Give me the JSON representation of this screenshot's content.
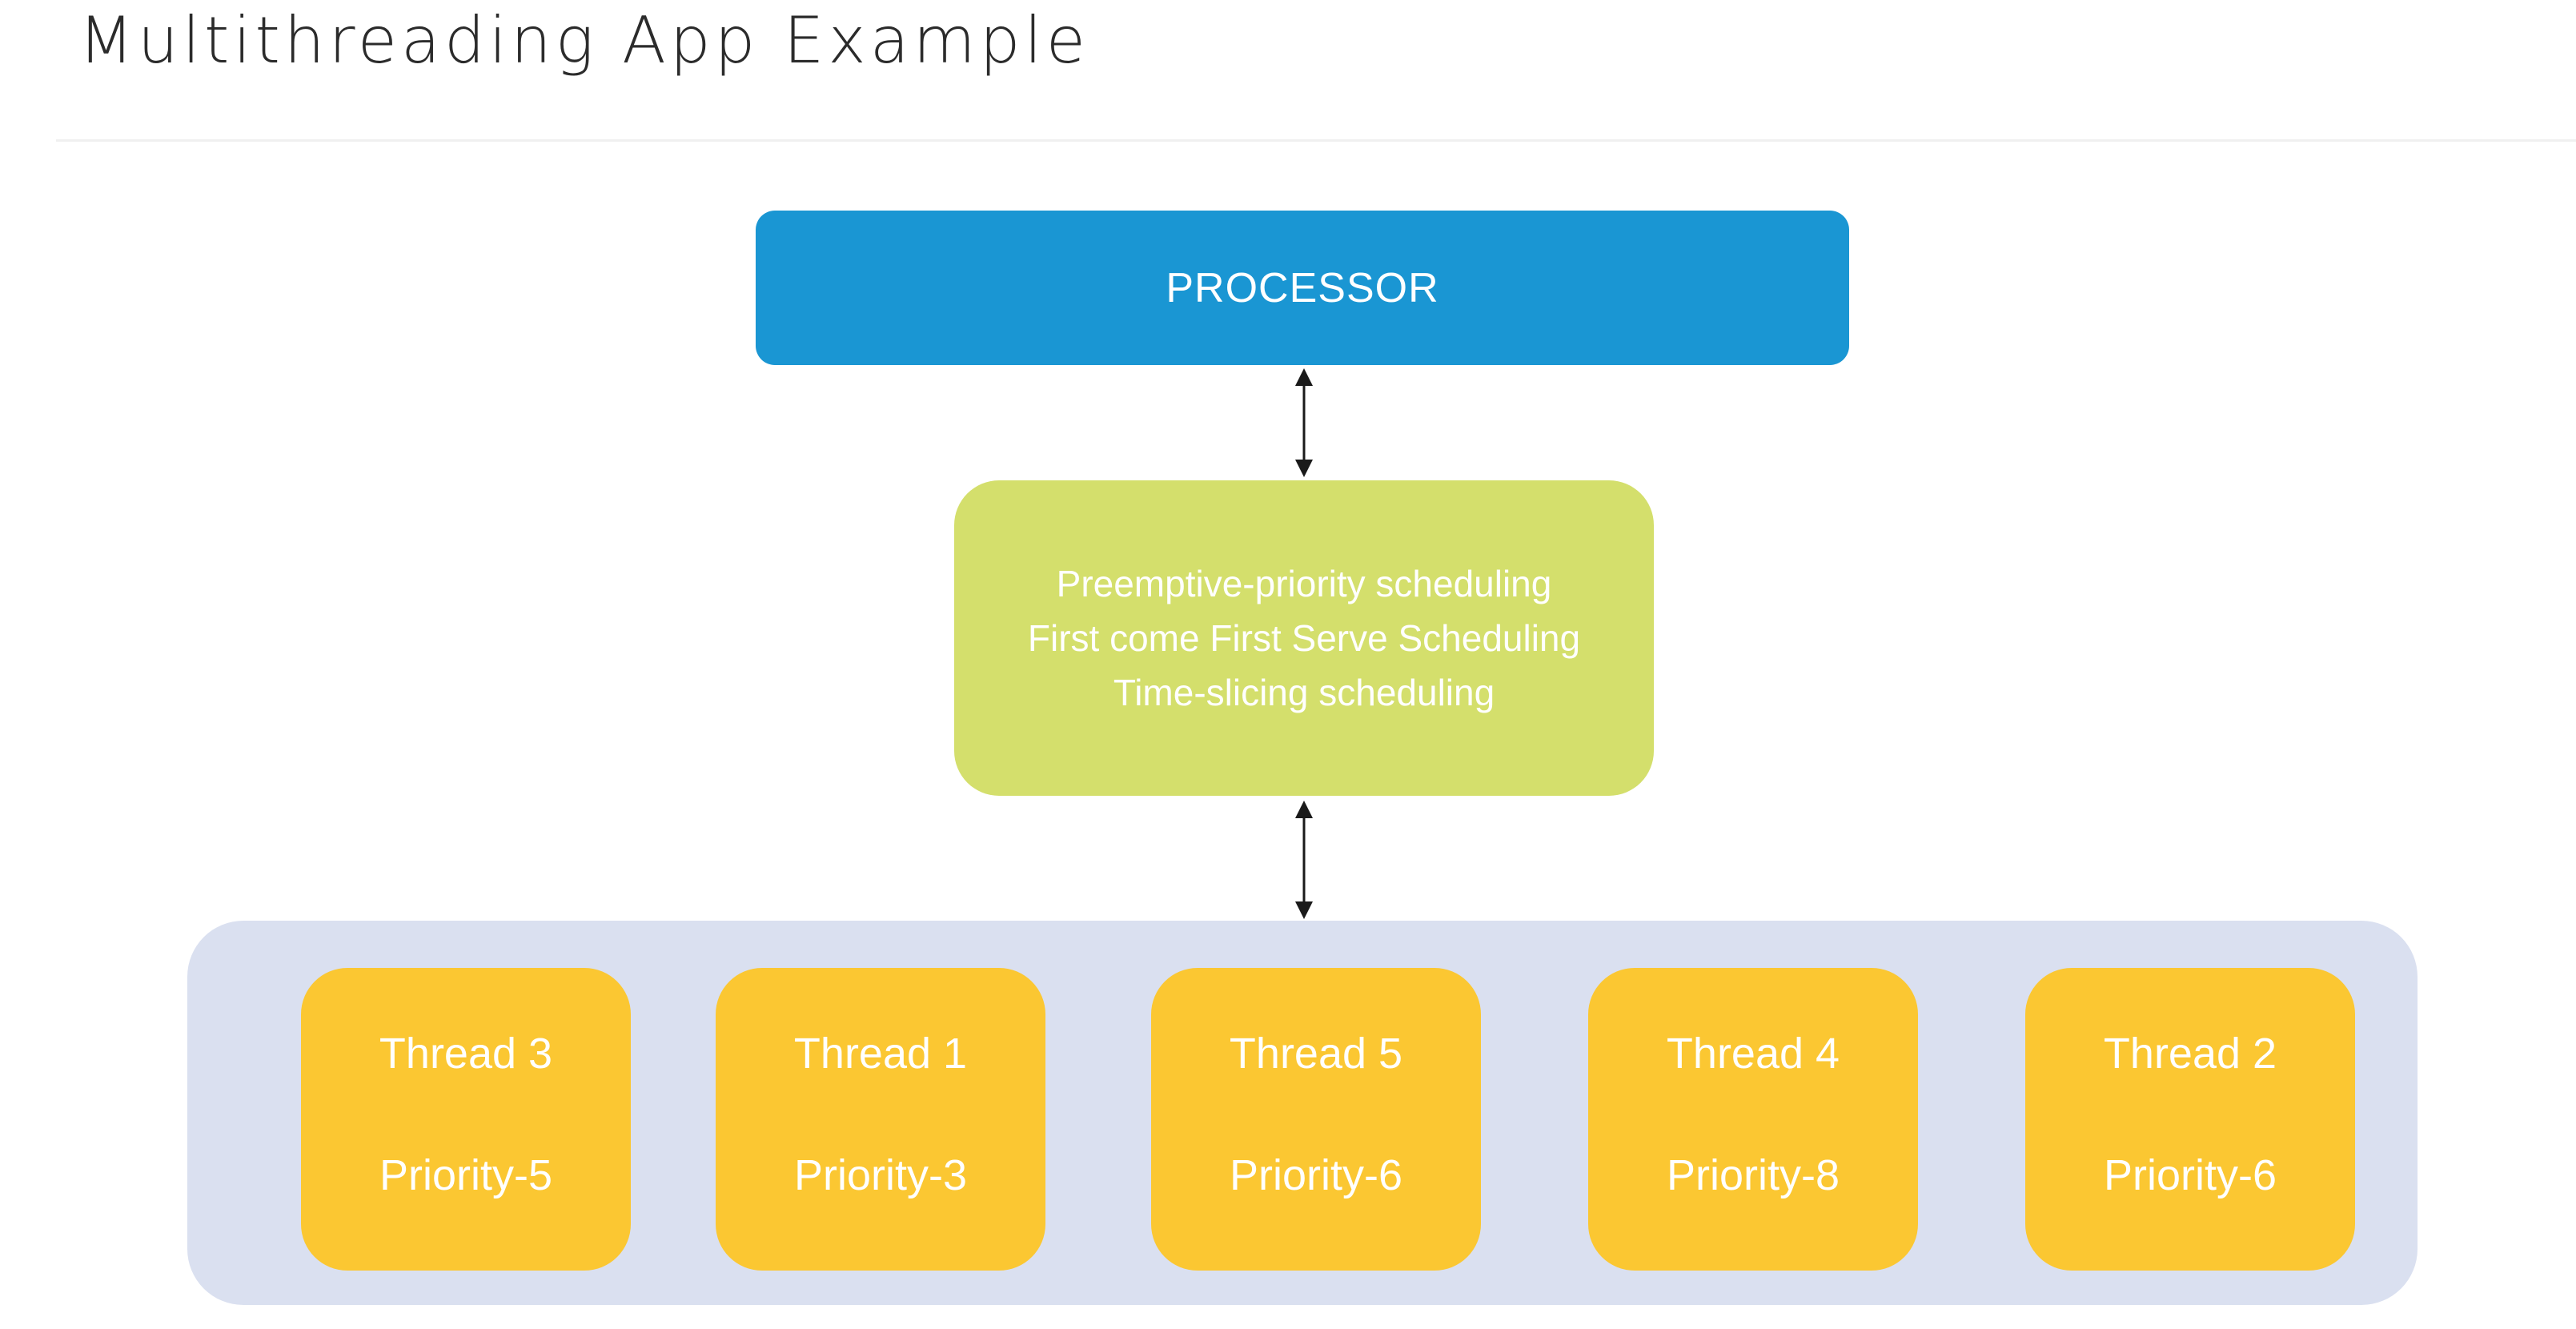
{
  "title": "Multithreading App Example",
  "processor": {
    "label": "PROCESSOR"
  },
  "scheduler": {
    "lines": [
      "Preemptive-priority scheduling",
      "First come First Serve Scheduling",
      "Time-slicing scheduling"
    ]
  },
  "threads": [
    {
      "name": "Thread 3",
      "priority": "Priority-5"
    },
    {
      "name": "Thread 1",
      "priority": "Priority-3"
    },
    {
      "name": "Thread 5",
      "priority": "Priority-6"
    },
    {
      "name": "Thread 4",
      "priority": "Priority-8"
    },
    {
      "name": "Thread 2",
      "priority": "Priority-6"
    }
  ],
  "colors": {
    "processor": "#1a96d3",
    "scheduler": "#d4df6c",
    "thread_group": "#dae0f0",
    "thread": "#fbc732",
    "arrow": "#1a1a1a"
  }
}
